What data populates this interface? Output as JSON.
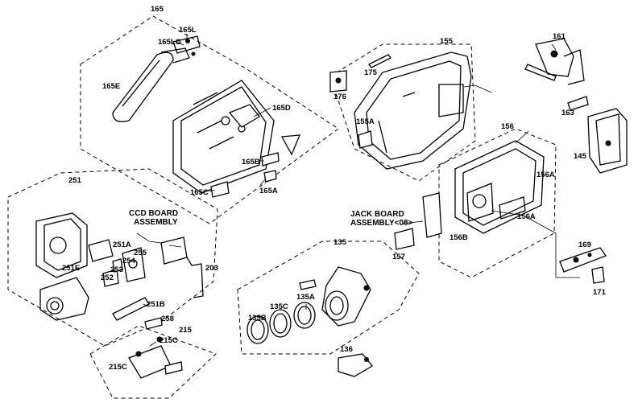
{
  "labels": {
    "l165": "165",
    "l165L": "165L",
    "l165LG": "165LG",
    "l165E": "165E",
    "l165D": "165D",
    "l165B": "165B",
    "l165A": "165A",
    "l165C": "165C",
    "l155": "155",
    "l175": "175",
    "l176": "176",
    "l155A": "155A",
    "l161": "161",
    "l163": "163",
    "l145": "145",
    "l156": "156",
    "l156A_top": "156A",
    "l156A_right": "156A",
    "l156B": "156B",
    "l157": "157",
    "l251": "251",
    "ccd_line1": "CCD BOARD",
    "ccd_line2": "ASSEMBLY",
    "l251A": "251A",
    "l255": "255",
    "l254": "254",
    "l251E": "251E",
    "l253": "253",
    "l252": "252",
    "l203": "203",
    "l251B": "251B",
    "l258": "258",
    "l215": "215",
    "l215C_a": "215C",
    "l215C_b": "215C",
    "jack_line1": "JACK BOARD",
    "jack_line2": "ASSEMBLY<08>",
    "l135": "135",
    "l135A": "135A",
    "l135B": "135B",
    "l135C": "135C",
    "l136": "136",
    "l169": "169",
    "l171": "171"
  }
}
